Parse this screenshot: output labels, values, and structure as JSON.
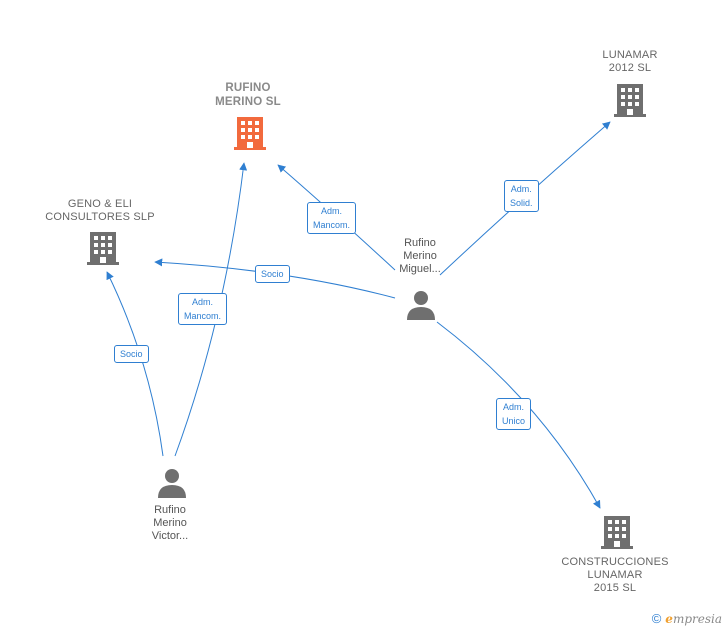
{
  "nodes": {
    "rufino_merino_sl": {
      "label": "RUFINO\nMERINO  SL",
      "type": "company",
      "highlight": true
    },
    "lunamar_2012": {
      "label": "LUNAMAR\n2012 SL",
      "type": "company"
    },
    "geno_eli": {
      "label": "GENO & ELI\nCONSULTORES SLP",
      "type": "company"
    },
    "construcciones_lunamar": {
      "label": "CONSTRUCCIONES\nLUNAMAR\n2015  SL",
      "type": "company"
    },
    "rufino_miguel": {
      "label": "Rufino\nMerino\nMiguel...",
      "type": "person"
    },
    "rufino_victor": {
      "label": "Rufino\nMerino\nVictor...",
      "type": "person"
    }
  },
  "edges": {
    "miguel_to_rufino_sl": {
      "label": "Adm.\nMancom."
    },
    "miguel_to_lunamar_2012": {
      "label": "Adm.\nSolid."
    },
    "miguel_to_geno_eli": {
      "label": "Socio"
    },
    "miguel_to_construcciones": {
      "label": "Adm.\nUnico"
    },
    "victor_to_geno_eli": {
      "label": "Socio"
    },
    "victor_to_rufino_sl": {
      "label": "Adm.\nMancom."
    }
  },
  "colors": {
    "edge": "#2f7fd1",
    "company_icon": "#6f6f6f",
    "highlight_icon": "#f26a3d",
    "person_icon": "#6f6f6f"
  },
  "footer": {
    "copyright": "©",
    "brand_initial": "e",
    "brand_rest": "mpresia"
  }
}
